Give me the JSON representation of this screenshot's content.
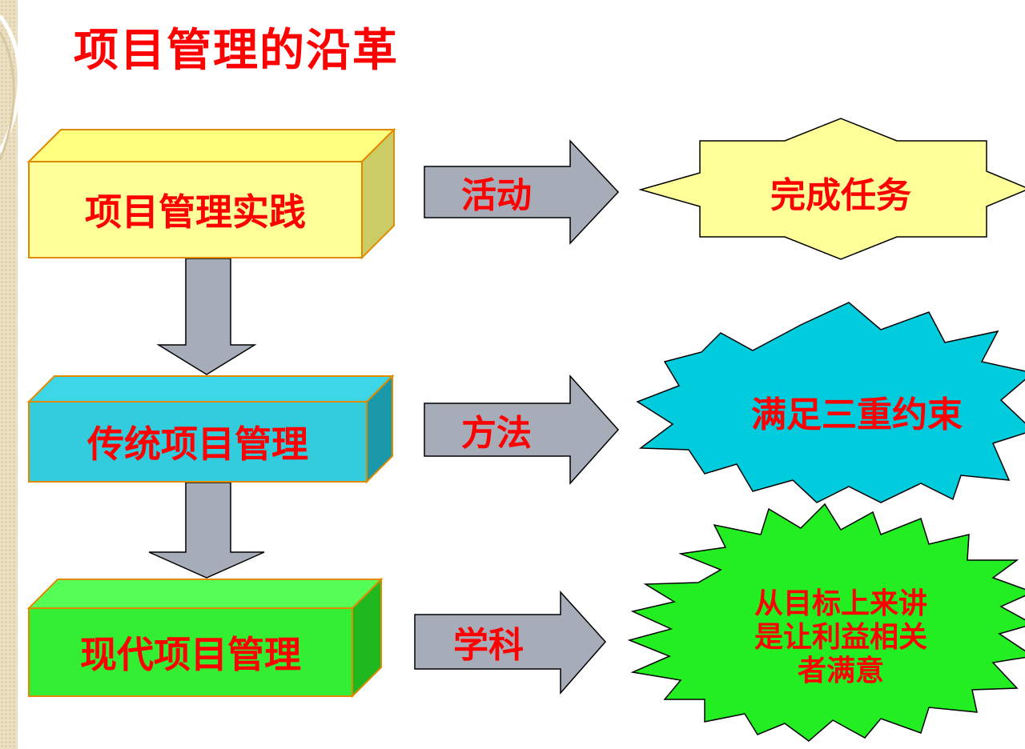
{
  "title": "项目管理的沿革",
  "colors": {
    "text": "#ff0000",
    "stage1_fill": "#ffff99",
    "stage2_fill": "#33ccdd",
    "stage3_fill": "#33ee33",
    "arrow_fill": "#a6adb9",
    "outline": "#000000"
  },
  "stages": [
    {
      "label": "项目管理实践",
      "arrow_label": "活动",
      "result": "完成任务"
    },
    {
      "label": "传统项目管理",
      "arrow_label": "方法",
      "result": "满足三重约束"
    },
    {
      "label": "现代项目管理",
      "arrow_label": "学科",
      "result_lines": [
        "从目标上来讲",
        "是让利益相关",
        "者满意"
      ]
    }
  ]
}
